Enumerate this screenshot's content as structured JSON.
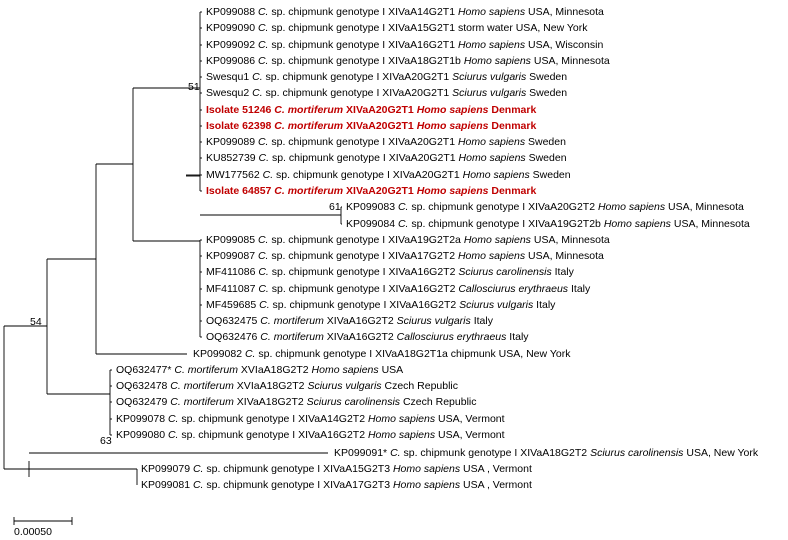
{
  "tree": {
    "leaves": [
      {
        "id": "kp099088",
        "pre": "KP099088 ",
        "sp": "C.",
        "mid": " sp. chipmunk genotype I XIVaA14G2T1 ",
        "host": "Homo sapiens",
        "post": " USA, Minnesota",
        "hl": false
      },
      {
        "id": "kp099090",
        "pre": "KP099090 ",
        "sp": "C.",
        "mid": " sp. chipmunk genotype I XIVaA15G2T1 storm water USA, New York",
        "host": "",
        "post": "",
        "hl": false
      },
      {
        "id": "kp099092",
        "pre": "KP099092 ",
        "sp": "C.",
        "mid": " sp. chipmunk genotype I XIVaA16G2T1 ",
        "host": "Homo sapiens",
        "post": " USA, Wisconsin",
        "hl": false
      },
      {
        "id": "kp099086",
        "pre": "KP099086 ",
        "sp": "C.",
        "mid": " sp. chipmunk genotype I XIVaA18G2T1b ",
        "host": "Homo sapiens",
        "post": " USA, Minnesota",
        "hl": false
      },
      {
        "id": "swesqu1",
        "pre": "Swesqu1 ",
        "sp": "C.",
        "mid": " sp. chipmunk genotype I XIVaA20G2T1 ",
        "host": "Sciurus vulgaris",
        "post": " Sweden",
        "hl": false
      },
      {
        "id": "swesqu2",
        "pre": "Swesqu2 ",
        "sp": "C.",
        "mid": " sp. chipmunk genotype I XIVaA20G2T1 ",
        "host": "Sciurus vulgaris",
        "post": " Sweden",
        "hl": false
      },
      {
        "id": "isolate51246",
        "pre": "Isolate 51246 ",
        "sp": "C. mortiferum",
        "mid": " XIVaA20G2T1 ",
        "host": "Homo sapiens",
        "post": " Denmark",
        "hl": true
      },
      {
        "id": "isolate62398",
        "pre": "Isolate 62398 ",
        "sp": "C. mortiferum",
        "mid": " XIVaA20G2T1 ",
        "host": "Homo sapiens",
        "post": " Denmark",
        "hl": true
      },
      {
        "id": "kp099089",
        "pre": "KP099089 ",
        "sp": "C.",
        "mid": " sp. chipmunk genotype I XIVaA20G2T1 ",
        "host": "Homo sapiens",
        "post": " Sweden",
        "hl": false
      },
      {
        "id": "ku852739",
        "pre": "KU852739 ",
        "sp": "C.",
        "mid": " sp. chipmunk genotype I XIVaA20G2T1 ",
        "host": "Homo sapiens",
        "post": " Sweden",
        "hl": false
      },
      {
        "id": "mw177562",
        "pre": "MW177562 ",
        "sp": "C.",
        "mid": " sp. chipmunk genotype I XIVaA20G2T1 ",
        "host": "Homo sapiens",
        "post": " Sweden",
        "hl": false
      },
      {
        "id": "isolate64857",
        "pre": "Isolate 64857 ",
        "sp": "C. mortiferum",
        "mid": " XIVaA20G2T1 ",
        "host": "Homo sapiens",
        "post": " Denmark",
        "hl": true
      },
      {
        "id": "kp099083",
        "pre": "KP099083 ",
        "sp": "C.",
        "mid": " sp. chipmunk genotype I XIVaA20G2T2 ",
        "host": "Homo sapiens",
        "post": " USA, Minnesota",
        "hl": false
      },
      {
        "id": "kp099084",
        "pre": "KP099084 ",
        "sp": "C.",
        "mid": " sp. chipmunk genotype I XIVaA19G2T2b ",
        "host": "Homo sapiens",
        "post": " USA, Minnesota",
        "hl": false
      },
      {
        "id": "kp099085",
        "pre": "KP099085 ",
        "sp": "C.",
        "mid": " sp. chipmunk genotype I XIVaA19G2T2a ",
        "host": "Homo sapiens",
        "post": " USA, Minnesota",
        "hl": false
      },
      {
        "id": "kp099087",
        "pre": "KP099087 ",
        "sp": "C.",
        "mid": " sp. chipmunk genotype I XIVaA17G2T2 ",
        "host": "Homo sapiens",
        "post": " USA, Minnesota",
        "hl": false
      },
      {
        "id": "mf411086",
        "pre": "MF411086 ",
        "sp": "C.",
        "mid": " sp. chipmunk genotype I XIVaA16G2T2 ",
        "host": "Sciurus carolinensis",
        "post": " Italy",
        "hl": false
      },
      {
        "id": "mf411087",
        "pre": "MF411087 ",
        "sp": "C.",
        "mid": " sp. chipmunk genotype I XIVaA16G2T2 ",
        "host": "Callosciurus erythraeus",
        "post": " Italy",
        "hl": false
      },
      {
        "id": "mf459685",
        "pre": "MF459685 ",
        "sp": "C.",
        "mid": " sp. chipmunk genotype I XIVaA16G2T2 ",
        "host": "Sciurus vulgaris",
        "post": " Italy",
        "hl": false
      },
      {
        "id": "oq632475",
        "pre": "OQ632475 ",
        "sp": "C. mortiferum",
        "mid": " XIVaA16G2T2 ",
        "host": "Sciurus vulgaris",
        "post": " Italy",
        "hl": false
      },
      {
        "id": "oq632476",
        "pre": "OQ632476 ",
        "sp": "C. mortiferum",
        "mid": " XIVaA16G2T2 ",
        "host": "Callosciurus erythraeus",
        "post": " Italy",
        "hl": false
      },
      {
        "id": "kp099082",
        "pre": "KP099082 ",
        "sp": "C.",
        "mid": " sp. chipmunk genotype I XIVaA18G2T1a chipmunk USA, New York",
        "host": "",
        "post": "",
        "hl": false
      },
      {
        "id": "oq632477",
        "pre": "OQ632477* ",
        "sp": "C. mortiferum",
        "mid": " XVIaA18G2T2 ",
        "host": "Homo sapiens",
        "post": " USA",
        "hl": false
      },
      {
        "id": "oq632478",
        "pre": "OQ632478 ",
        "sp": "C. mortiferum",
        "mid": " XVIaA18G2T2 ",
        "host": "Sciurus vulgaris",
        "post": " Czech Republic",
        "hl": false
      },
      {
        "id": "oq632479",
        "pre": "OQ632479 ",
        "sp": "C. mortiferum",
        "mid": " XIVaA18G2T2 ",
        "host": "Sciurus carolinensis",
        "post": " Czech Republic",
        "hl": false
      },
      {
        "id": "kp099078",
        "pre": "KP099078 ",
        "sp": "C.",
        "mid": " sp. chipmunk genotype I XIVaA14G2T2 ",
        "host": "Homo sapiens",
        "post": " USA, Vermont",
        "hl": false
      },
      {
        "id": "kp099080",
        "pre": "KP099080 ",
        "sp": "C.",
        "mid": " sp. chipmunk genotype I XIVaA16G2T2 ",
        "host": "Homo sapiens",
        "post": " USA, Vermont",
        "hl": false
      },
      {
        "id": "kp099091",
        "pre": "KP099091* ",
        "sp": "C.",
        "mid": " sp. chipmunk genotype I XIVaA18G2T2 ",
        "host": "Sciurus carolinensis",
        "post": " USA, New York",
        "hl": false
      },
      {
        "id": "kp099079",
        "pre": "KP099079 ",
        "sp": "C.",
        "mid": " sp. chipmunk genotype I XIVaA15G2T3 ",
        "host": "Homo sapiens",
        "post": " USA , Vermont",
        "hl": false
      },
      {
        "id": "kp099081",
        "pre": "KP099081 ",
        "sp": "C.",
        "mid": " sp. chipmunk genotype I XIVaA17G2T3 ",
        "host": "Homo sapiens",
        "post": " USA , Vermont",
        "hl": false
      }
    ],
    "bootstrap": {
      "n51": "51",
      "n61": "61",
      "n54": "54",
      "n63": "63"
    },
    "scale_bar": {
      "label": "0.00050"
    }
  }
}
